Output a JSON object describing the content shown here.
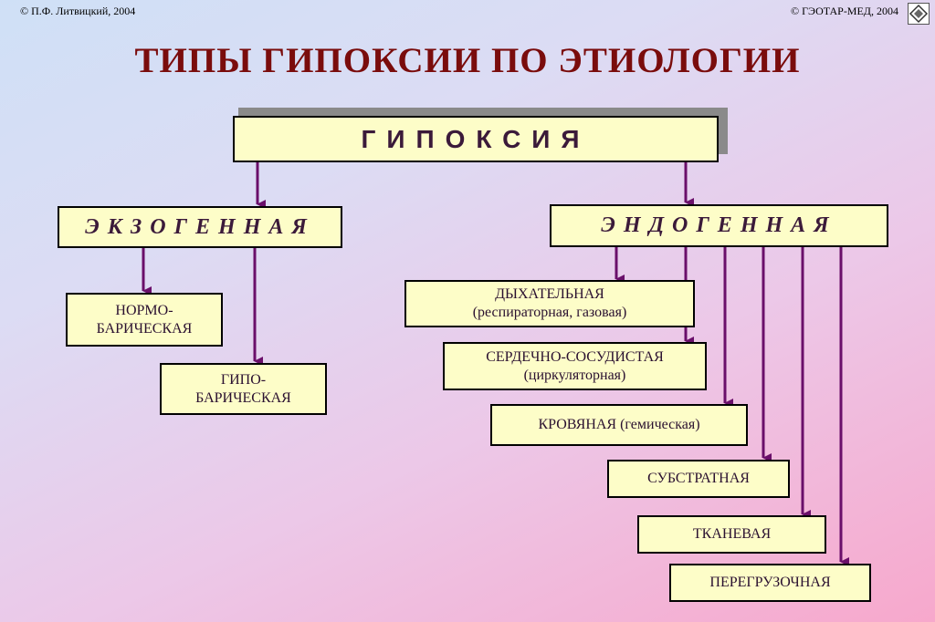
{
  "header": {
    "copyright_left": "© П.Ф. Литвицкий, 2004",
    "copyright_right": "© ГЭОТАР-МЕД, 2004"
  },
  "title": "ТИПЫ ГИПОКСИИ ПО ЭТИОЛОГИИ",
  "diagram": {
    "root": "ГИПОКСИЯ",
    "exogenous": {
      "label": "ЭКЗОГЕННАЯ",
      "children": [
        "НОРМО-\nБАРИЧЕСКАЯ",
        "ГИПО-\nБАРИЧЕСКАЯ"
      ]
    },
    "endogenous": {
      "label": "ЭНДОГЕННАЯ",
      "children": [
        "ДЫХАТЕЛЬНАЯ\n(респираторная, газовая)",
        "СЕРДЕЧНО-СОСУДИСТАЯ\n(циркуляторная)",
        "КРОВЯНАЯ (гемическая)",
        "СУБСТРАТНАЯ",
        "ТКАНЕВАЯ",
        "ПЕРЕГРУЗОЧНАЯ"
      ]
    }
  },
  "colors": {
    "box_fill": "#fdfdc8",
    "arrow": "#6a0f6a",
    "title": "#7a0c0c"
  }
}
